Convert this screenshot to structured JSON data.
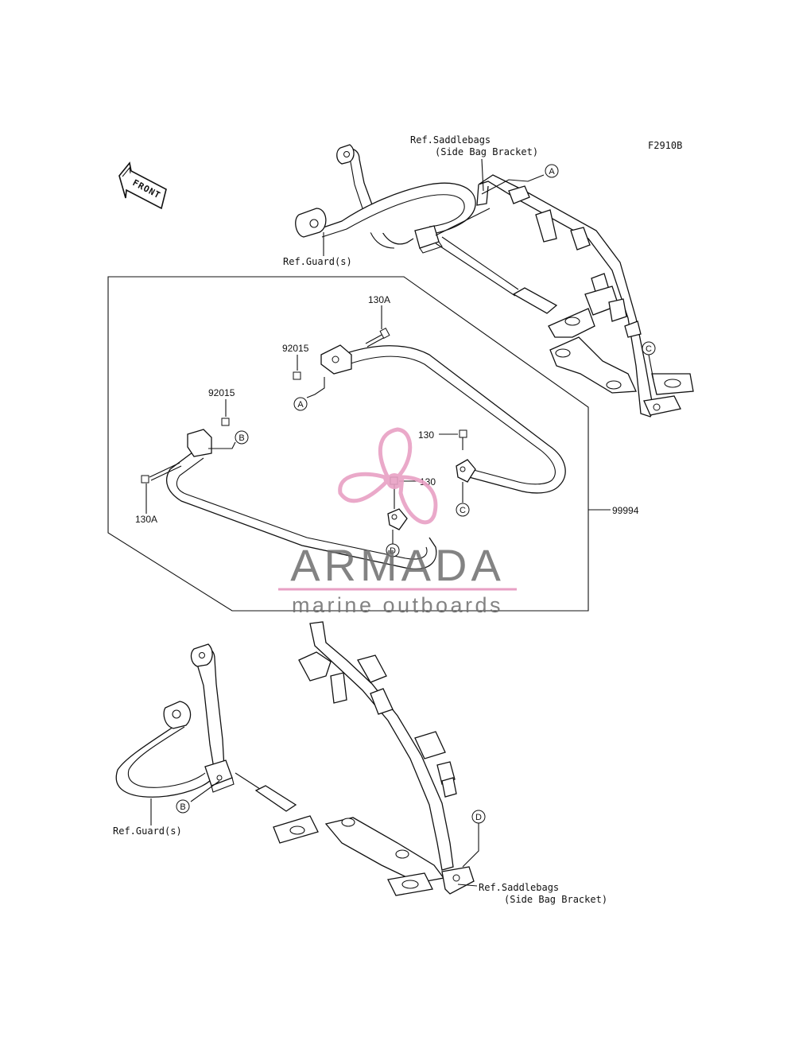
{
  "figure_code": "F2910B",
  "front_label": "FRONT",
  "top_assembly": {
    "ref_saddlebags": "Ref.Saddlebags",
    "side_bag_bracket": "(Side Bag Bracket)",
    "ref_guard": "Ref.Guard(s)",
    "marker_a": "A",
    "marker_c": "C"
  },
  "kit_box": {
    "part_number": "99994",
    "parts": {
      "bolt_130a_top": "130A",
      "nut_92015_top": "92015",
      "nut_92015_left": "92015",
      "bolt_130a_left": "130A",
      "bolt_130_right": "130",
      "bolt_130_center": "130"
    },
    "markers": {
      "a": "A",
      "b": "B",
      "c": "C",
      "d": "D"
    }
  },
  "bottom_assembly": {
    "ref_guard": "Ref.Guard(s)",
    "ref_saddlebags": "Ref.Saddlebags",
    "side_bag_bracket": "(Side Bag Bracket)",
    "marker_b": "B",
    "marker_d": "D"
  },
  "watermark": {
    "brand": "ARMADA",
    "tagline": "marine outboards",
    "brand_color": "#e8a0c4",
    "text_color": "#6e6e6e"
  }
}
